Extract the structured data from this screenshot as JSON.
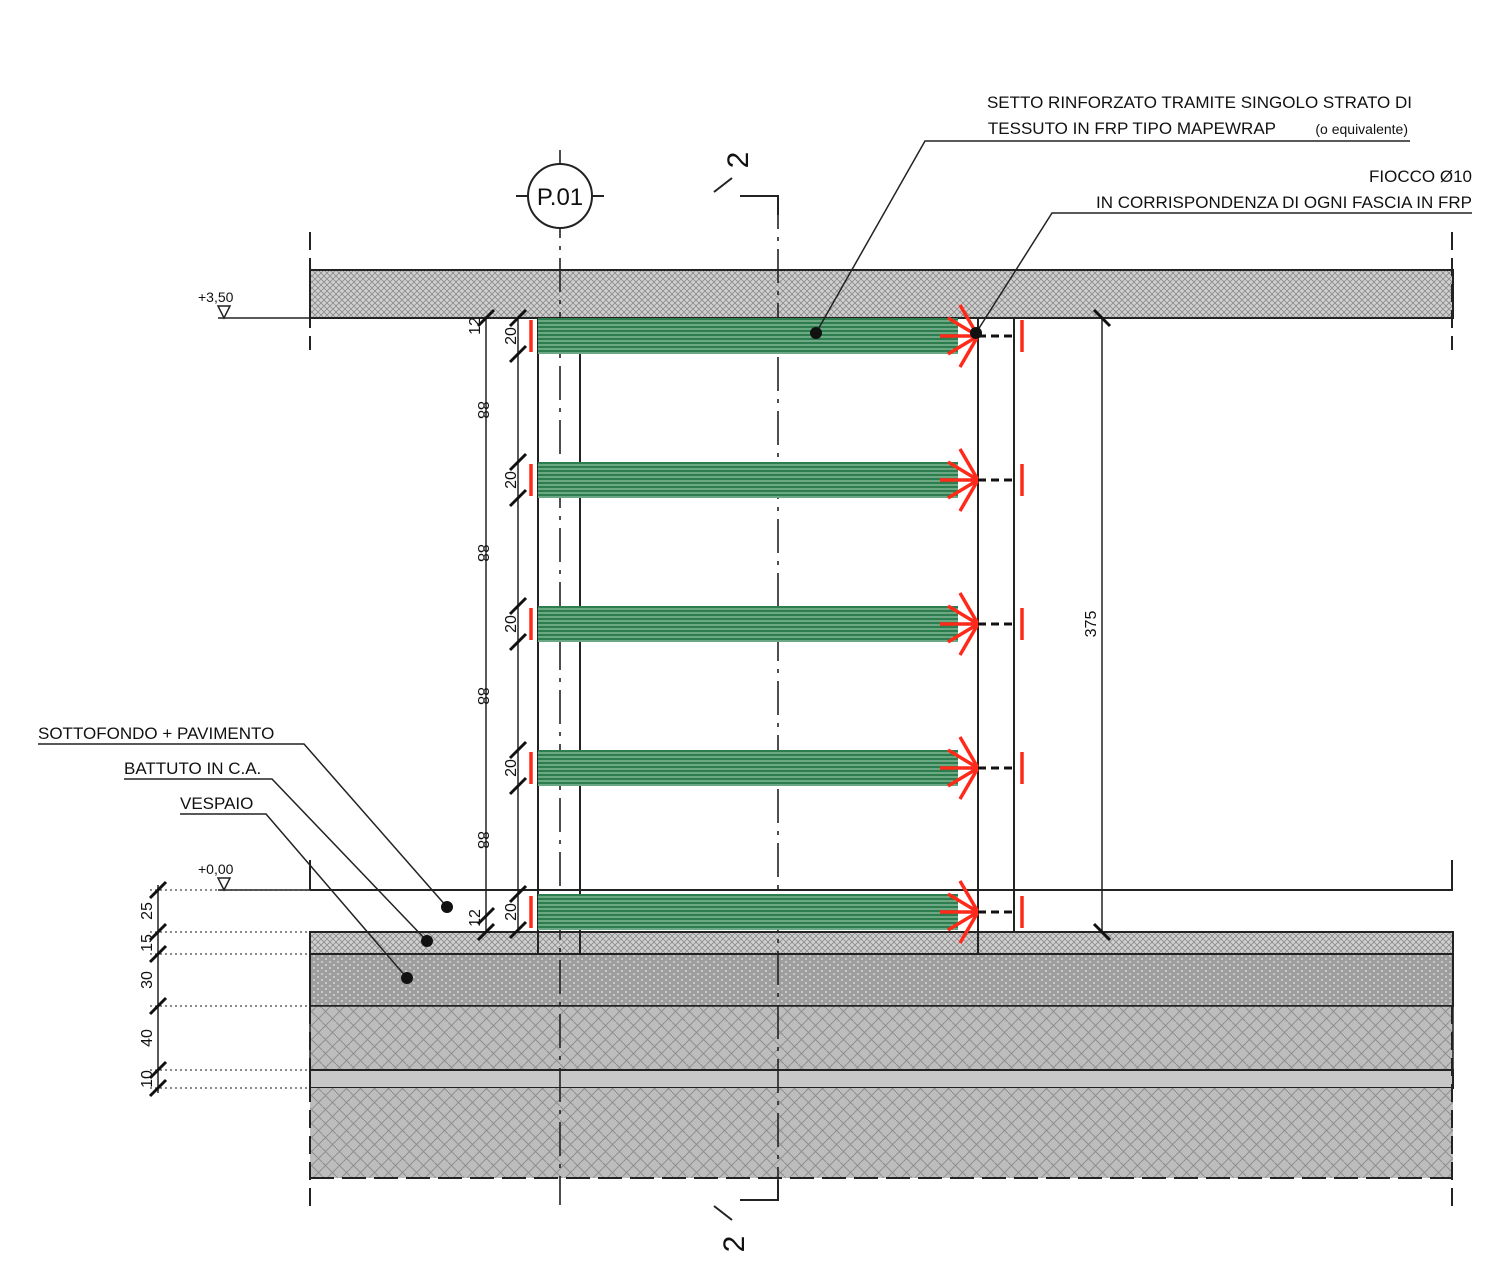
{
  "labels": {
    "reinforced_wall_line1": "SETTO RINFORZATO TRAMITE SINGOLO STRATO DI",
    "reinforced_wall_line2": "TESSUTO IN FRP TIPO MAPEWRAP",
    "reinforced_wall_line2b": "(o equivalente)",
    "anchor_line1": "FIOCCO Ø10",
    "anchor_line2": "IN CORRISPONDENZA DI OGNI FASCIA IN FRP",
    "floor_finish": "SOTTOFONDO + PAVIMENTO",
    "slab": "BATTUTO IN C.A.",
    "crawlspace": "VESPAIO"
  },
  "grid_axis": "P.01",
  "section_mark": "2",
  "levels": {
    "top": "+3,50",
    "ground": "+0,00"
  },
  "dimensions": {
    "top_gap": "12",
    "band_height": "20",
    "band_spacing": "88",
    "bottom_gap": "12",
    "total_height": "375",
    "layers": [
      "25",
      "15",
      "30",
      "40",
      "10"
    ]
  },
  "colors": {
    "frp_band": "#2e7d4f",
    "anchor": "#ff2a1a",
    "hatch": "#a9a9a9",
    "line": "#222222"
  }
}
